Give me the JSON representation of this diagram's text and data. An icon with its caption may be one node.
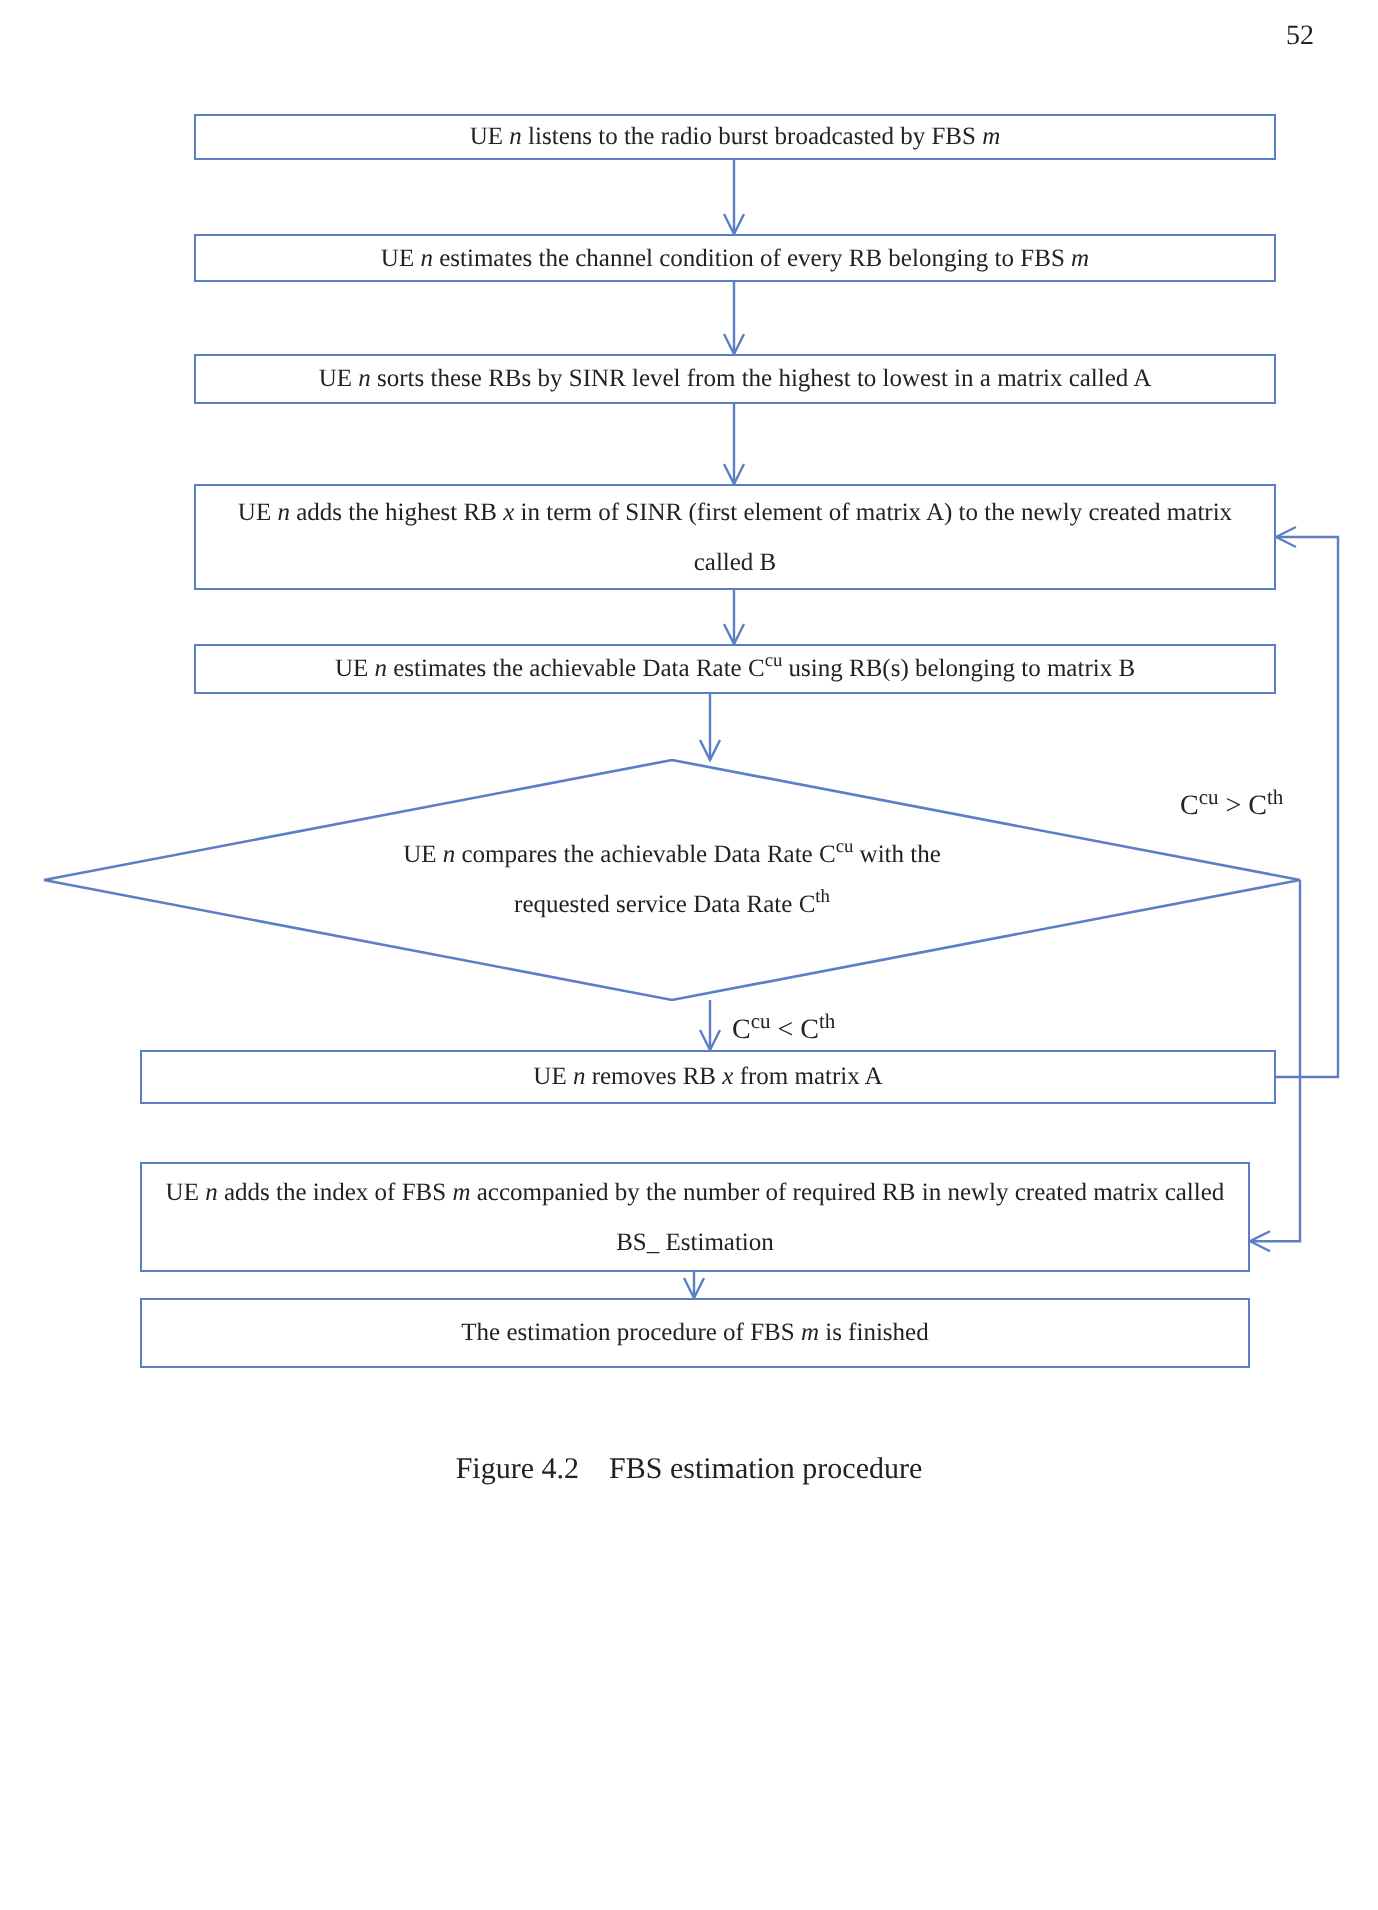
{
  "diagram": {
    "caption": "Figure 4.2    FBS estimation procedure",
    "nodes": [
      {
        "text": [
          "UE *n* listens to the radio burst broadcasted by FBS *m*"
        ]
      },
      {
        "text": [
          "UE *n* estimates the channel condition of every RB belonging to FBS *m*"
        ]
      },
      {
        "text": [
          "UE *n* sorts these RBs by SINR level from the highest to lowest in a matrix called A"
        ]
      },
      {
        "text": [
          "UE *n* adds the highest RB *x* in term of SINR (first element of matrix A) to the newly created matrix called B"
        ]
      },
      {
        "text": [
          "UE *n* estimates the achievable Data Rate C$^{cu}$ using RB(s) belonging to matrix B"
        ]
      },
      {
        "text": [
          "UE *n* compares the achievable Data Rate C$^{cu}$ with the requested service Data Rate C$^{th}$"
        ]
      },
      {
        "text": [
          "UE *n* removes RB *x* from matrix A"
        ]
      },
      {
        "text": [
          "UE *n* adds the index of FBS *m* accompanied by the number of required RB in newly created matrix called BS_ Estimation"
        ]
      },
      {
        "text": [
          "The estimation procedure of FBS *m* is finished"
        ]
      }
    ],
    "edges": [
      {
        "from": 0,
        "to": 1,
        "arrow": "to"
      },
      {
        "from": 1,
        "to": 2,
        "arrow": "to"
      },
      {
        "from": 2,
        "to": 3,
        "arrow": "to"
      },
      {
        "from": 3,
        "to": 4,
        "arrow": "to"
      },
      {
        "from": 4,
        "to": 5,
        "arrow": "to"
      },
      {
        "from": 5,
        "to": 6,
        "arrow": "to",
        "label": "C$^{cu}$ < C$^{th}$"
      },
      {
        "from": 6,
        "to": 3,
        "arrow": "to"
      },
      {
        "from": 5,
        "to": 7,
        "arrow": "to",
        "label": "C$^{cu}$ > C$^{th}$"
      },
      {
        "from": 7,
        "to": 8,
        "arrow": "to"
      }
    ],
    "labels": [
      "52"
    ]
  }
}
